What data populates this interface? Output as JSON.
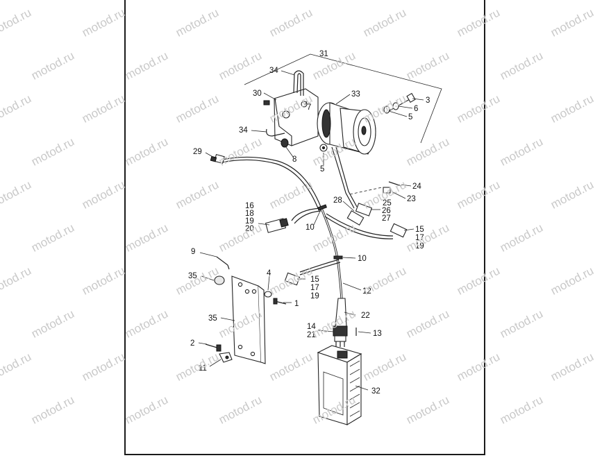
{
  "watermark": "motod.ru",
  "callouts": [
    {
      "id": "c31",
      "text": "31"
    },
    {
      "id": "c34a",
      "text": "34"
    },
    {
      "id": "c30",
      "text": "30"
    },
    {
      "id": "c7",
      "text": "7"
    },
    {
      "id": "c33",
      "text": "33"
    },
    {
      "id": "c3",
      "text": "3"
    },
    {
      "id": "c6",
      "text": "6"
    },
    {
      "id": "c5a",
      "text": "5"
    },
    {
      "id": "c34b",
      "text": "34"
    },
    {
      "id": "c8",
      "text": "8"
    },
    {
      "id": "c5b",
      "text": "5"
    },
    {
      "id": "c29",
      "text": "29"
    },
    {
      "id": "c24",
      "text": "24"
    },
    {
      "id": "c25",
      "text": "25"
    },
    {
      "id": "c23",
      "text": "23"
    },
    {
      "id": "c28",
      "text": "28"
    },
    {
      "id": "c26",
      "text": "26"
    },
    {
      "id": "c27",
      "text": "27"
    },
    {
      "id": "c16",
      "text": "16"
    },
    {
      "id": "c18",
      "text": "18"
    },
    {
      "id": "c19a",
      "text": "19"
    },
    {
      "id": "c20",
      "text": "20"
    },
    {
      "id": "c10a",
      "text": "10"
    },
    {
      "id": "c15a",
      "text": "15"
    },
    {
      "id": "c17a",
      "text": "17"
    },
    {
      "id": "c19b",
      "text": "19"
    },
    {
      "id": "c9",
      "text": "9"
    },
    {
      "id": "c10b",
      "text": "10"
    },
    {
      "id": "c35a",
      "text": "35"
    },
    {
      "id": "c4",
      "text": "4"
    },
    {
      "id": "c15b",
      "text": "15"
    },
    {
      "id": "c17b",
      "text": "17"
    },
    {
      "id": "c19c",
      "text": "19"
    },
    {
      "id": "c12",
      "text": "12"
    },
    {
      "id": "c1",
      "text": "1"
    },
    {
      "id": "c35b",
      "text": "35"
    },
    {
      "id": "c22",
      "text": "22"
    },
    {
      "id": "c14",
      "text": "14"
    },
    {
      "id": "c21",
      "text": "21"
    },
    {
      "id": "c13",
      "text": "13"
    },
    {
      "id": "c2",
      "text": "2"
    },
    {
      "id": "c11",
      "text": "11"
    },
    {
      "id": "c32",
      "text": "32"
    }
  ]
}
